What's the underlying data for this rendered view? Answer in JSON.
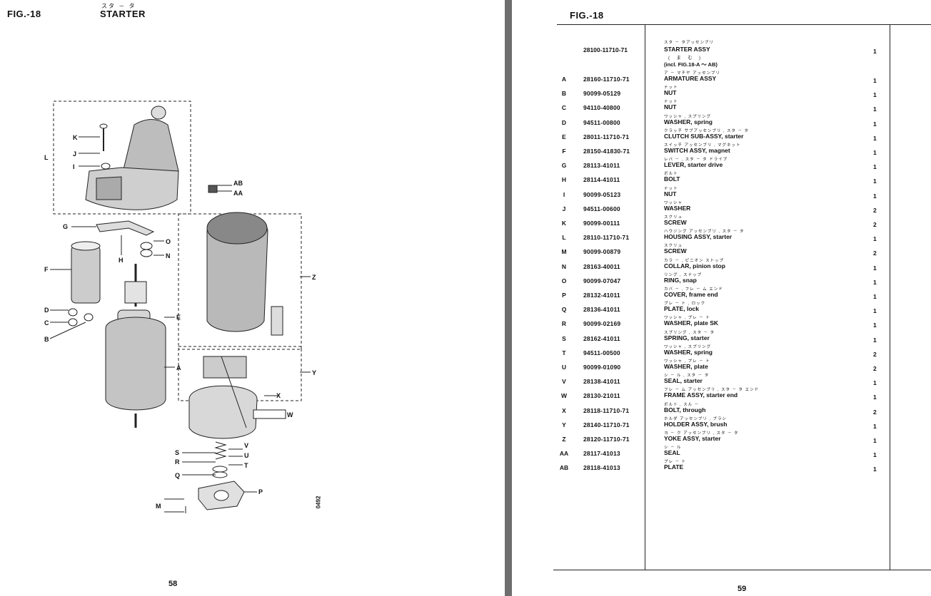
{
  "left_page": {
    "fig_label": "FIG.-18",
    "title_kana": "スタ － タ",
    "title": "STARTER",
    "diagram_code": "0492",
    "page_number": "58",
    "callouts": [
      "A",
      "B",
      "C",
      "D",
      "E",
      "F",
      "G",
      "H",
      "I",
      "J",
      "K",
      "L",
      "M",
      "N",
      "O",
      "P",
      "Q",
      "R",
      "S",
      "T",
      "U",
      "V",
      "W",
      "X",
      "Y",
      "Z",
      "AA",
      "AB"
    ]
  },
  "right_page": {
    "fig_label": "FIG.-18",
    "page_number": "59",
    "assembly": {
      "part_no": "28100-11710-71",
      "jp": "スタ － タアッセンブリ",
      "name": "STARTER ASSY",
      "qty": "1",
      "note_jp": "( ま む )",
      "note": "(incl. FIG.18-A ～ AB)"
    },
    "parts": [
      {
        "ref": "A",
        "part_no": "28160-11710-71",
        "jp": "ア － マチヤ アッセンブリ",
        "name": "ARMATURE ASSY",
        "qty": "1"
      },
      {
        "ref": "B",
        "part_no": "90099-05129",
        "jp": "ナット",
        "name": "NUT",
        "qty": "1"
      },
      {
        "ref": "C",
        "part_no": "94110-40800",
        "jp": "ナット",
        "name": "NUT",
        "qty": "1"
      },
      {
        "ref": "D",
        "part_no": "94511-00800",
        "jp": "ワッシャ , スプリング",
        "name": "WASHER, spring",
        "qty": "1"
      },
      {
        "ref": "E",
        "part_no": "28011-11710-71",
        "jp": "クラッチ サブアッセンブリ , スタ － タ",
        "name": "CLUTCH SUB-ASSY, starter",
        "qty": "1"
      },
      {
        "ref": "F",
        "part_no": "28150-41830-71",
        "jp": "スイッチ アッセンブリ , マグネット",
        "name": "SWITCH ASSY, magnet",
        "qty": "1"
      },
      {
        "ref": "G",
        "part_no": "28113-41011",
        "jp": "レバ － , スタ － タ ドライブ",
        "name": "LEVER, starter drive",
        "qty": "1"
      },
      {
        "ref": "H",
        "part_no": "28114-41011",
        "jp": "ボルト",
        "name": "BOLT",
        "qty": "1"
      },
      {
        "ref": "I",
        "part_no": "90099-05123",
        "jp": "ナット",
        "name": "NUT",
        "qty": "1"
      },
      {
        "ref": "J",
        "part_no": "94511-00600",
        "jp": "ワッシャ",
        "name": "WASHER",
        "qty": "2"
      },
      {
        "ref": "K",
        "part_no": "90099-00111",
        "jp": "スクリュ",
        "name": "SCREW",
        "qty": "2"
      },
      {
        "ref": "L",
        "part_no": "28110-11710-71",
        "jp": "ハウジング アッセンブリ , スタ － タ",
        "name": "HOUSING ASSY, starter",
        "qty": "1"
      },
      {
        "ref": "M",
        "part_no": "90099-00879",
        "jp": "スクリュ",
        "name": "SCREW",
        "qty": "2"
      },
      {
        "ref": "N",
        "part_no": "28163-40011",
        "jp": "カラ － , ピニオン ストップ",
        "name": "COLLAR, pinion stop",
        "qty": "1"
      },
      {
        "ref": "O",
        "part_no": "90099-07047",
        "jp": "リング , スナップ",
        "name": "RING, snap",
        "qty": "1"
      },
      {
        "ref": "P",
        "part_no": "28132-41011",
        "jp": "カバ － , フレ － ム エンド",
        "name": "COVER, frame end",
        "qty": "1"
      },
      {
        "ref": "Q",
        "part_no": "28136-41011",
        "jp": "プレ － ト , ロック",
        "name": "PLATE, lock",
        "qty": "1"
      },
      {
        "ref": "R",
        "part_no": "90099-02169",
        "jp": "ワッシャ , プレ － ト",
        "name": "WASHER, plate SK",
        "qty": "1"
      },
      {
        "ref": "S",
        "part_no": "28162-41011",
        "jp": "スプリング , スタ － タ",
        "name": "SPRING, starter",
        "qty": "1"
      },
      {
        "ref": "T",
        "part_no": "94511-00500",
        "jp": "ワッシャ , スプリング",
        "name": "WASHER, spring",
        "qty": "2"
      },
      {
        "ref": "U",
        "part_no": "90099-01090",
        "jp": "ワッシャ , プレ － ト",
        "name": "WASHER, plate",
        "qty": "2"
      },
      {
        "ref": "V",
        "part_no": "28138-41011",
        "jp": "シ － ル , スタ － タ",
        "name": "SEAL, starter",
        "qty": "1"
      },
      {
        "ref": "W",
        "part_no": "28130-21011",
        "jp": "フレ － ム アッセンブリ , スタ － タ エンド",
        "name": "FRAME ASSY, starter end",
        "qty": "1"
      },
      {
        "ref": "X",
        "part_no": "28118-11710-71",
        "jp": "ボルト , スル －",
        "name": "BOLT, through",
        "qty": "2"
      },
      {
        "ref": "Y",
        "part_no": "28140-11710-71",
        "jp": "ホルダ アッセンブリ , ブラシ",
        "name": "HOLDER ASSY, brush",
        "qty": "1"
      },
      {
        "ref": "Z",
        "part_no": "28120-11710-71",
        "jp": "ヨ － ク アッセンブリ , スタ － タ",
        "name": "YOKE ASSY, starter",
        "qty": "1"
      },
      {
        "ref": "AA",
        "part_no": "28117-41013",
        "jp": "シ － ル",
        "name": "SEAL",
        "qty": "1"
      },
      {
        "ref": "AB",
        "part_no": "28118-41013",
        "jp": "プレ － ト",
        "name": "PLATE",
        "qty": "1"
      }
    ]
  }
}
